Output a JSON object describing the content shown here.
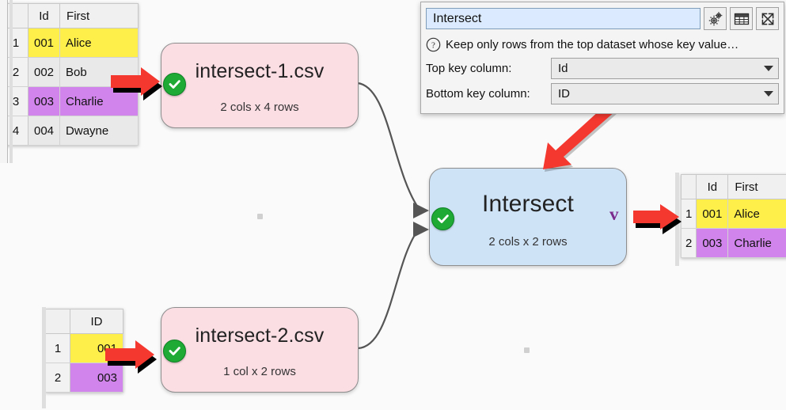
{
  "panel": {
    "name_value": "Intersect",
    "help_text": "Keep only rows from the top dataset whose key value…",
    "buttons": [
      {
        "name": "settings-gears-icon",
        "tip": "Settings"
      },
      {
        "name": "table-grid-icon",
        "tip": "Show table"
      },
      {
        "name": "expand-icon",
        "tip": "Maximize"
      }
    ],
    "fields": [
      {
        "label": "Top key column:",
        "value": "Id"
      },
      {
        "label": "Bottom key column:",
        "value": "ID"
      }
    ]
  },
  "canvas": {
    "nodes": [
      {
        "id": "csv1",
        "title": "intersect-1.csv",
        "subtitle": "2 cols x 4 rows",
        "kind": "csv",
        "status": "ok"
      },
      {
        "id": "csv2",
        "title": "intersect-2.csv",
        "subtitle": "1 col x 2 rows",
        "kind": "csv",
        "status": "ok"
      },
      {
        "id": "op",
        "title": "Intersect",
        "subtitle": "2 cols x 2 rows",
        "kind": "operation",
        "status": "ok",
        "output_glyph": "v"
      }
    ],
    "colors": {
      "csv_node_fill": "#fbdde4",
      "operation_node_fill": "#cfe3f7",
      "node_border": "#8e8e8e",
      "status_green": "#1faa35",
      "annotation_red": "#f4382f",
      "glyph_purple": "#7b2b8e",
      "canvas_bg": "#fafafa"
    }
  },
  "tables": {
    "top": {
      "headers": [
        "Id",
        "First"
      ],
      "rows": [
        {
          "n": "1",
          "cells": [
            "001",
            "Alice"
          ],
          "highlight": "yellow"
        },
        {
          "n": "2",
          "cells": [
            "002",
            "Bob"
          ],
          "highlight": "none"
        },
        {
          "n": "3",
          "cells": [
            "003",
            "Charlie"
          ],
          "highlight": "purple"
        },
        {
          "n": "4",
          "cells": [
            "004",
            "Dwayne"
          ],
          "highlight": "none"
        }
      ]
    },
    "bottom": {
      "headers": [
        "ID"
      ],
      "rows": [
        {
          "n": "1",
          "cells": [
            "001"
          ],
          "highlight": "yellow"
        },
        {
          "n": "2",
          "cells": [
            "003"
          ],
          "highlight": "purple"
        }
      ]
    },
    "result": {
      "headers": [
        "Id",
        "First"
      ],
      "rows": [
        {
          "n": "1",
          "cells": [
            "001",
            "Alice"
          ],
          "highlight": "yellow"
        },
        {
          "n": "2",
          "cells": [
            "003",
            "Charlie"
          ],
          "highlight": "purple"
        }
      ]
    }
  },
  "annotations": [
    {
      "name": "arrow-to-csv1-input",
      "direction": "right"
    },
    {
      "name": "arrow-to-csv2-input",
      "direction": "right"
    },
    {
      "name": "arrow-to-intersect-node",
      "direction": "down-left"
    },
    {
      "name": "arrow-to-result-table",
      "direction": "right"
    }
  ]
}
